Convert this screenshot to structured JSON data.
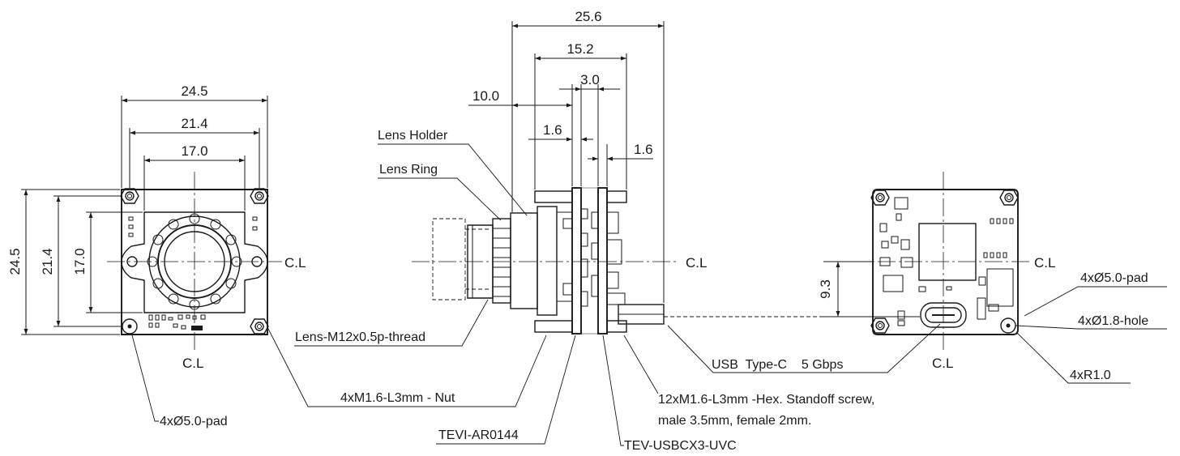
{
  "front_view": {
    "dims": {
      "w_outer": "24.5",
      "w_mid": "21.4",
      "w_inner": "17.0",
      "h_outer": "24.5",
      "h_mid": "21.4",
      "h_inner": "17.0"
    },
    "cl_h": "C.L",
    "cl_v": "C.L",
    "callout_pad": "4xØ5.0-pad"
  },
  "side_view": {
    "dims": {
      "d_25_6": "25.6",
      "d_15_2": "15.2",
      "d_3_0": "3.0",
      "d_10_0": "10.0",
      "d_1_6_a": "1.6",
      "d_1_6_b": "1.6"
    },
    "cl_h": "C.L",
    "labels": {
      "lens_holder": "Lens Holder",
      "lens_ring": "Lens Ring",
      "lens_thread": "Lens-M12x0.5p-thread",
      "nut": "4xM1.6-L3mm - Nut",
      "standoff_line1": "12xM1.6-L3mm -Hex. Standoff screw,",
      "standoff_line2": "male 3.5mm, female 2mm.",
      "tevi": "TEVI-AR0144",
      "tev_usb": "TEV-USBCX3-UVC",
      "usb": "USB  Type-C    5 Gbps"
    }
  },
  "back_view": {
    "dims": {
      "offset": "9.3"
    },
    "cl_h": "C.L",
    "cl_v": "C.L",
    "labels": {
      "pad": "4xØ5.0-pad",
      "hole": "4xØ1.8-hole",
      "radius": "4xR1.0"
    }
  }
}
